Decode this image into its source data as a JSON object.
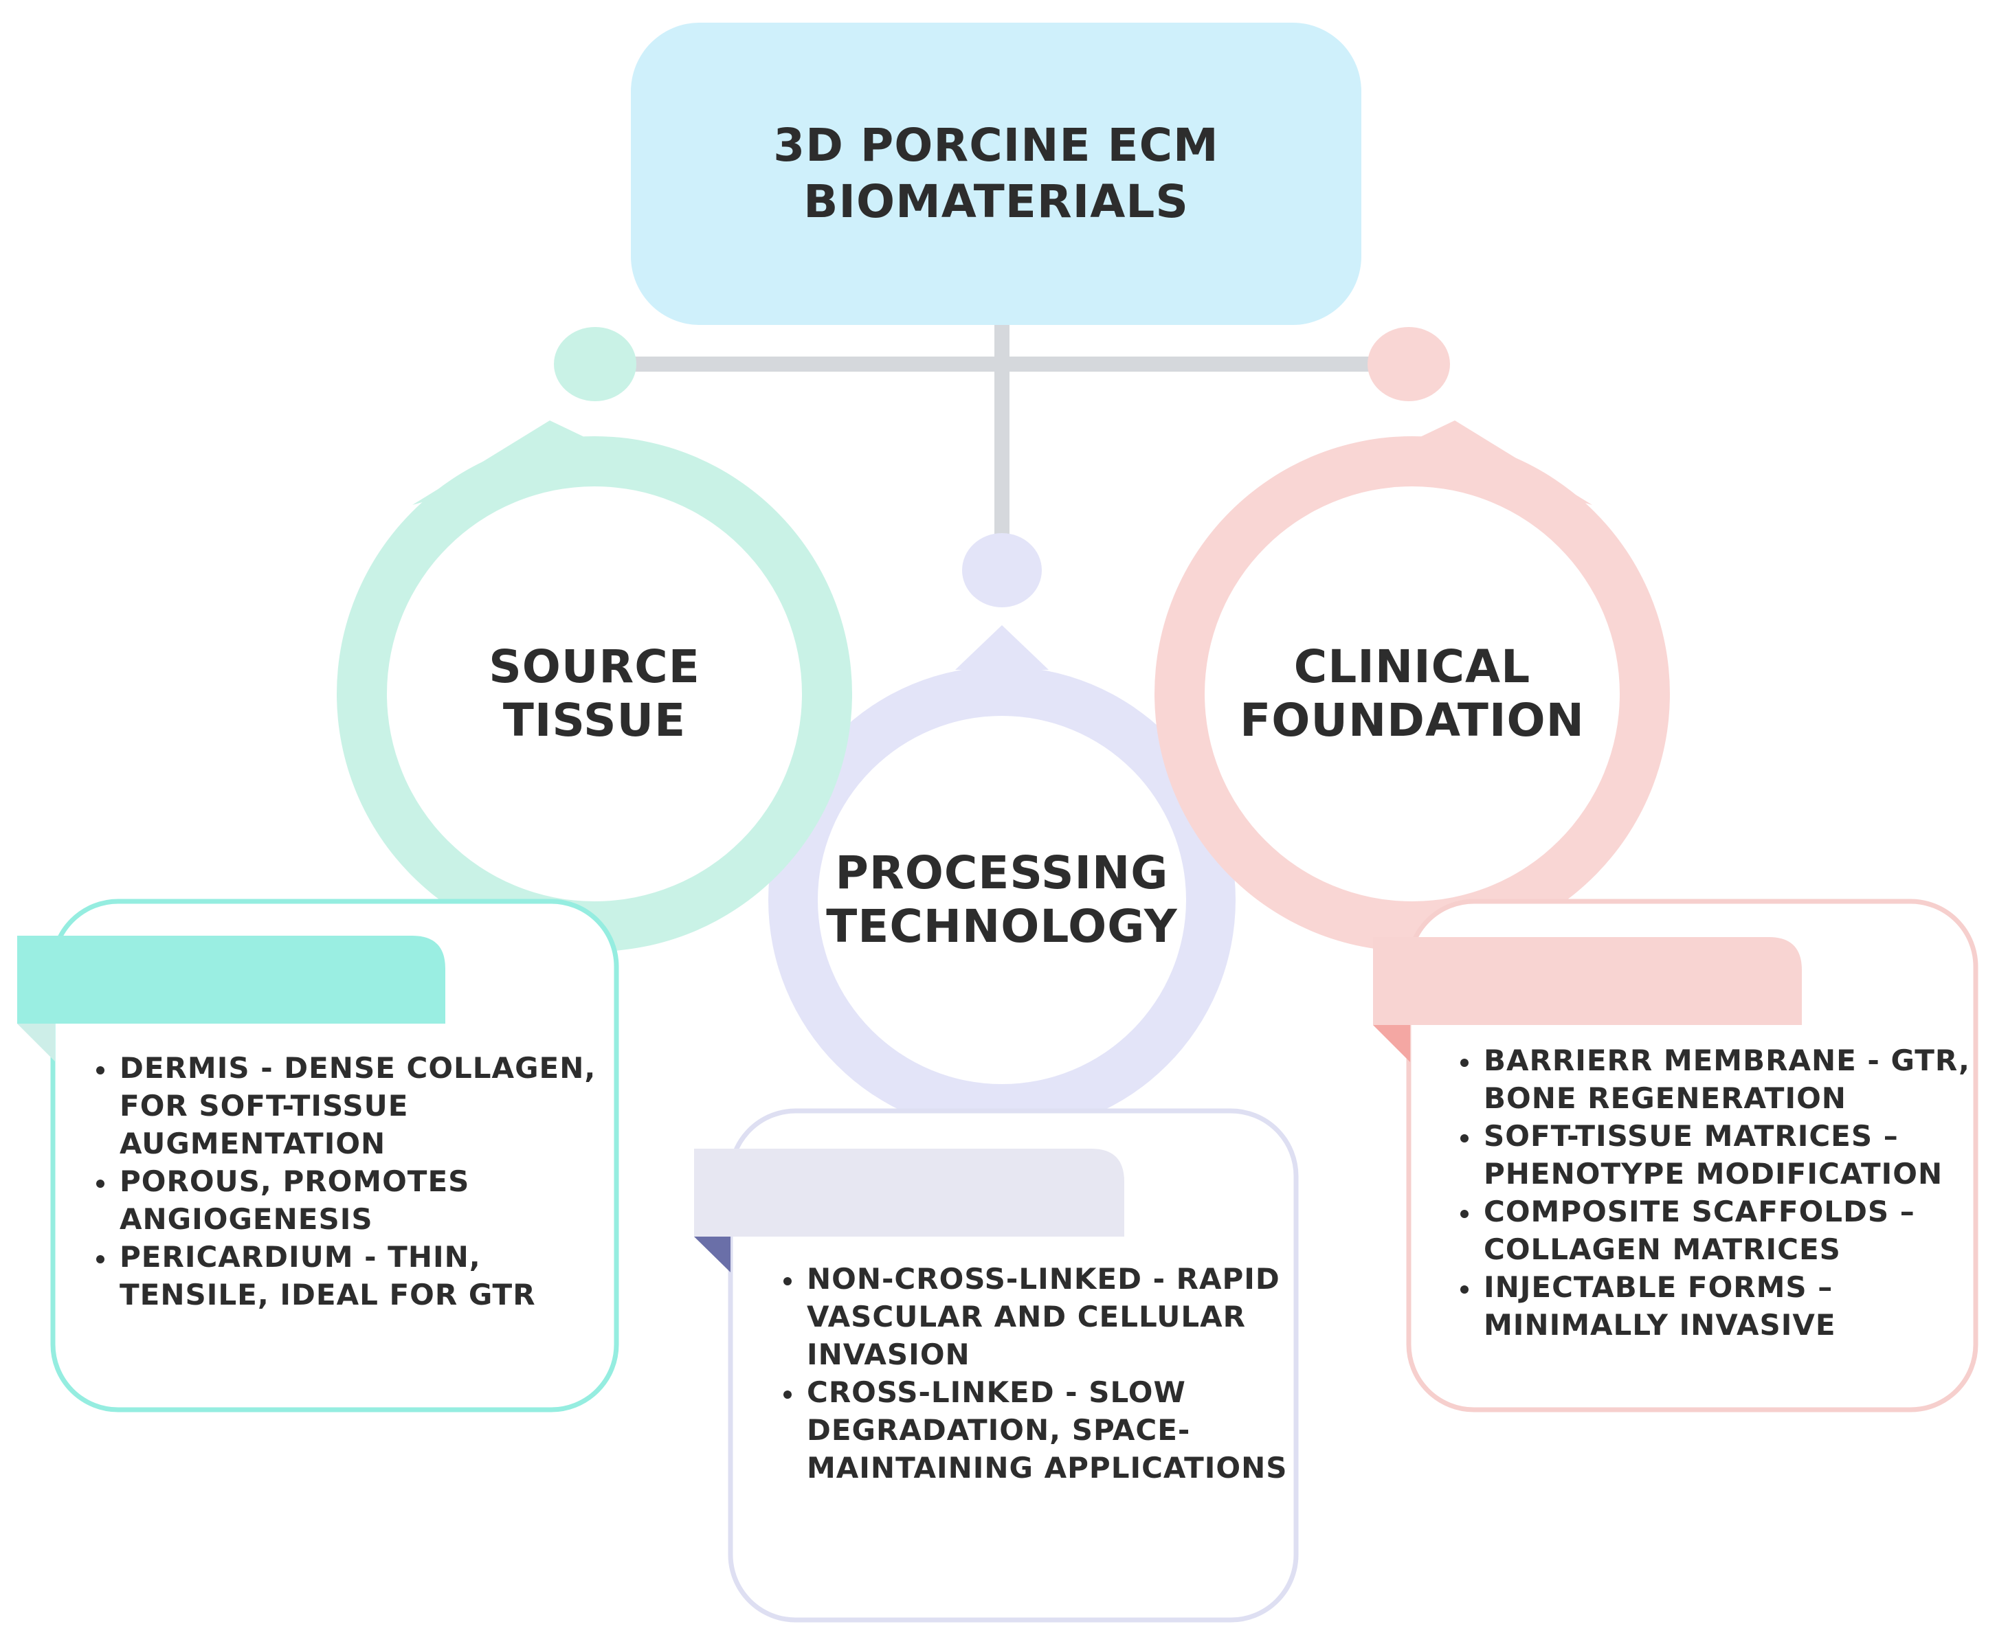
{
  "title": {
    "line1": "3D PORCINE ECM",
    "line2": "BIOMATERIALS"
  },
  "branches": [
    {
      "label_line1": "SOURCE",
      "label_line2": "TISSUE",
      "color": "#c9f2e6",
      "accent": "#9aeee2",
      "card_border": "#95ede0",
      "items": [
        "DERMIS - DENSE COLLAGEN, FOR SOFT-TISSUE AUGMENTATION",
        "POROUS, PROMOTES ANGIOGENESIS",
        "PERICARDIUM - THIN, TENSILE, IDEAL FOR GTR"
      ]
    },
    {
      "label_line1": "PROCESSING",
      "label_line2": "TECHNOLOGY",
      "color": "#e3e4f8",
      "accent": "#e7e7f2",
      "card_border": "#dedff2",
      "items": [
        "NON-CROSS-LINKED - RAPID VASCULAR AND CELLULAR INVASION",
        "CROSS-LINKED - SLOW DEGRADATION, SPACE-MAINTAINING APPLICATIONS"
      ]
    },
    {
      "label_line1": "CLINICAL",
      "label_line2": "FOUNDATION",
      "color": "#f9d6d4",
      "accent": "#f8d4d2",
      "card_border": "#f6cfcd",
      "items": [
        "BARRIERR MEMBRANE - GTR, BONE REGENERATION",
        "SOFT-TISSUE MATRICES – PHENOTYPE MODIFICATION",
        "COMPOSITE SCAFFOLDS – COLLAGEN MATRICES",
        "INJECTABLE  FORMS – MINIMALLY INVASIVE"
      ]
    }
  ]
}
